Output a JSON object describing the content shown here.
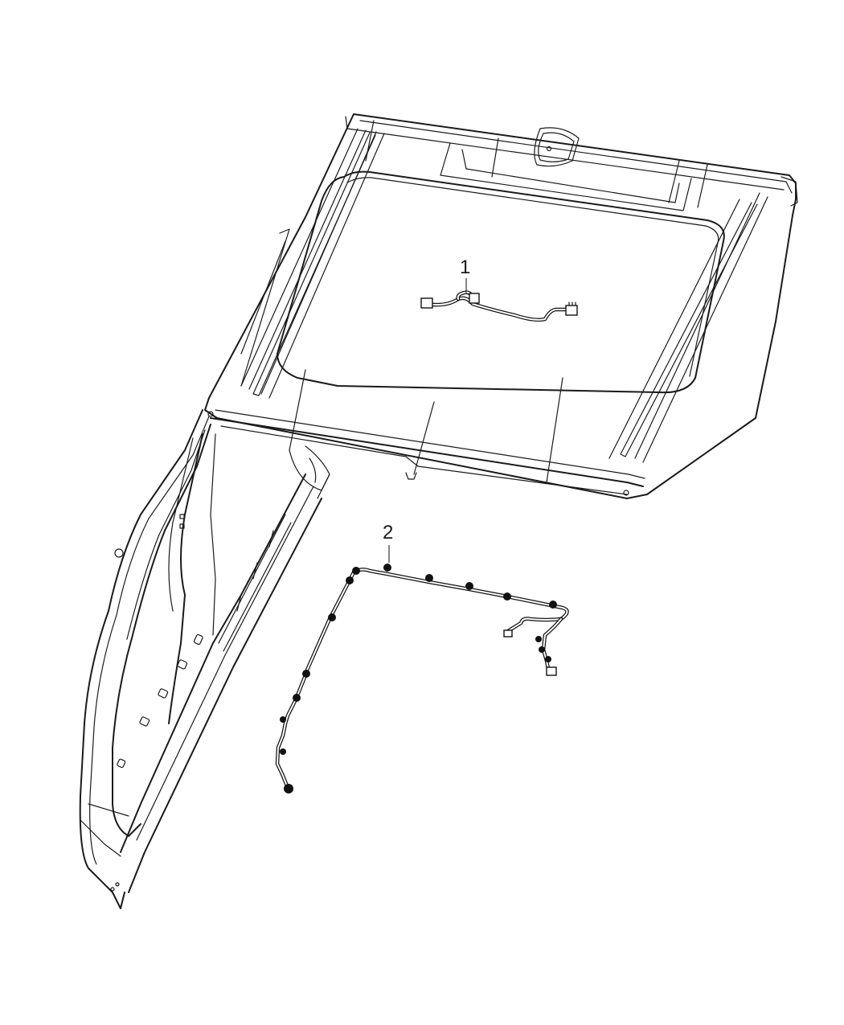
{
  "diagram": {
    "title": "Roof wiring harness parts diagram",
    "colors": {
      "line": "#1a1a1a",
      "background": "#ffffff"
    },
    "callouts": [
      {
        "id": "1",
        "label": "1",
        "part": "roof-wiring-harness"
      },
      {
        "id": "2",
        "label": "2",
        "part": "body-side-wiring-harness"
      }
    ],
    "components": [
      {
        "name": "roof-panel-with-sunroof-opening"
      },
      {
        "name": "body-side-aperture-frame"
      },
      {
        "name": "wiring-harness-1"
      },
      {
        "name": "wiring-harness-2"
      }
    ]
  }
}
